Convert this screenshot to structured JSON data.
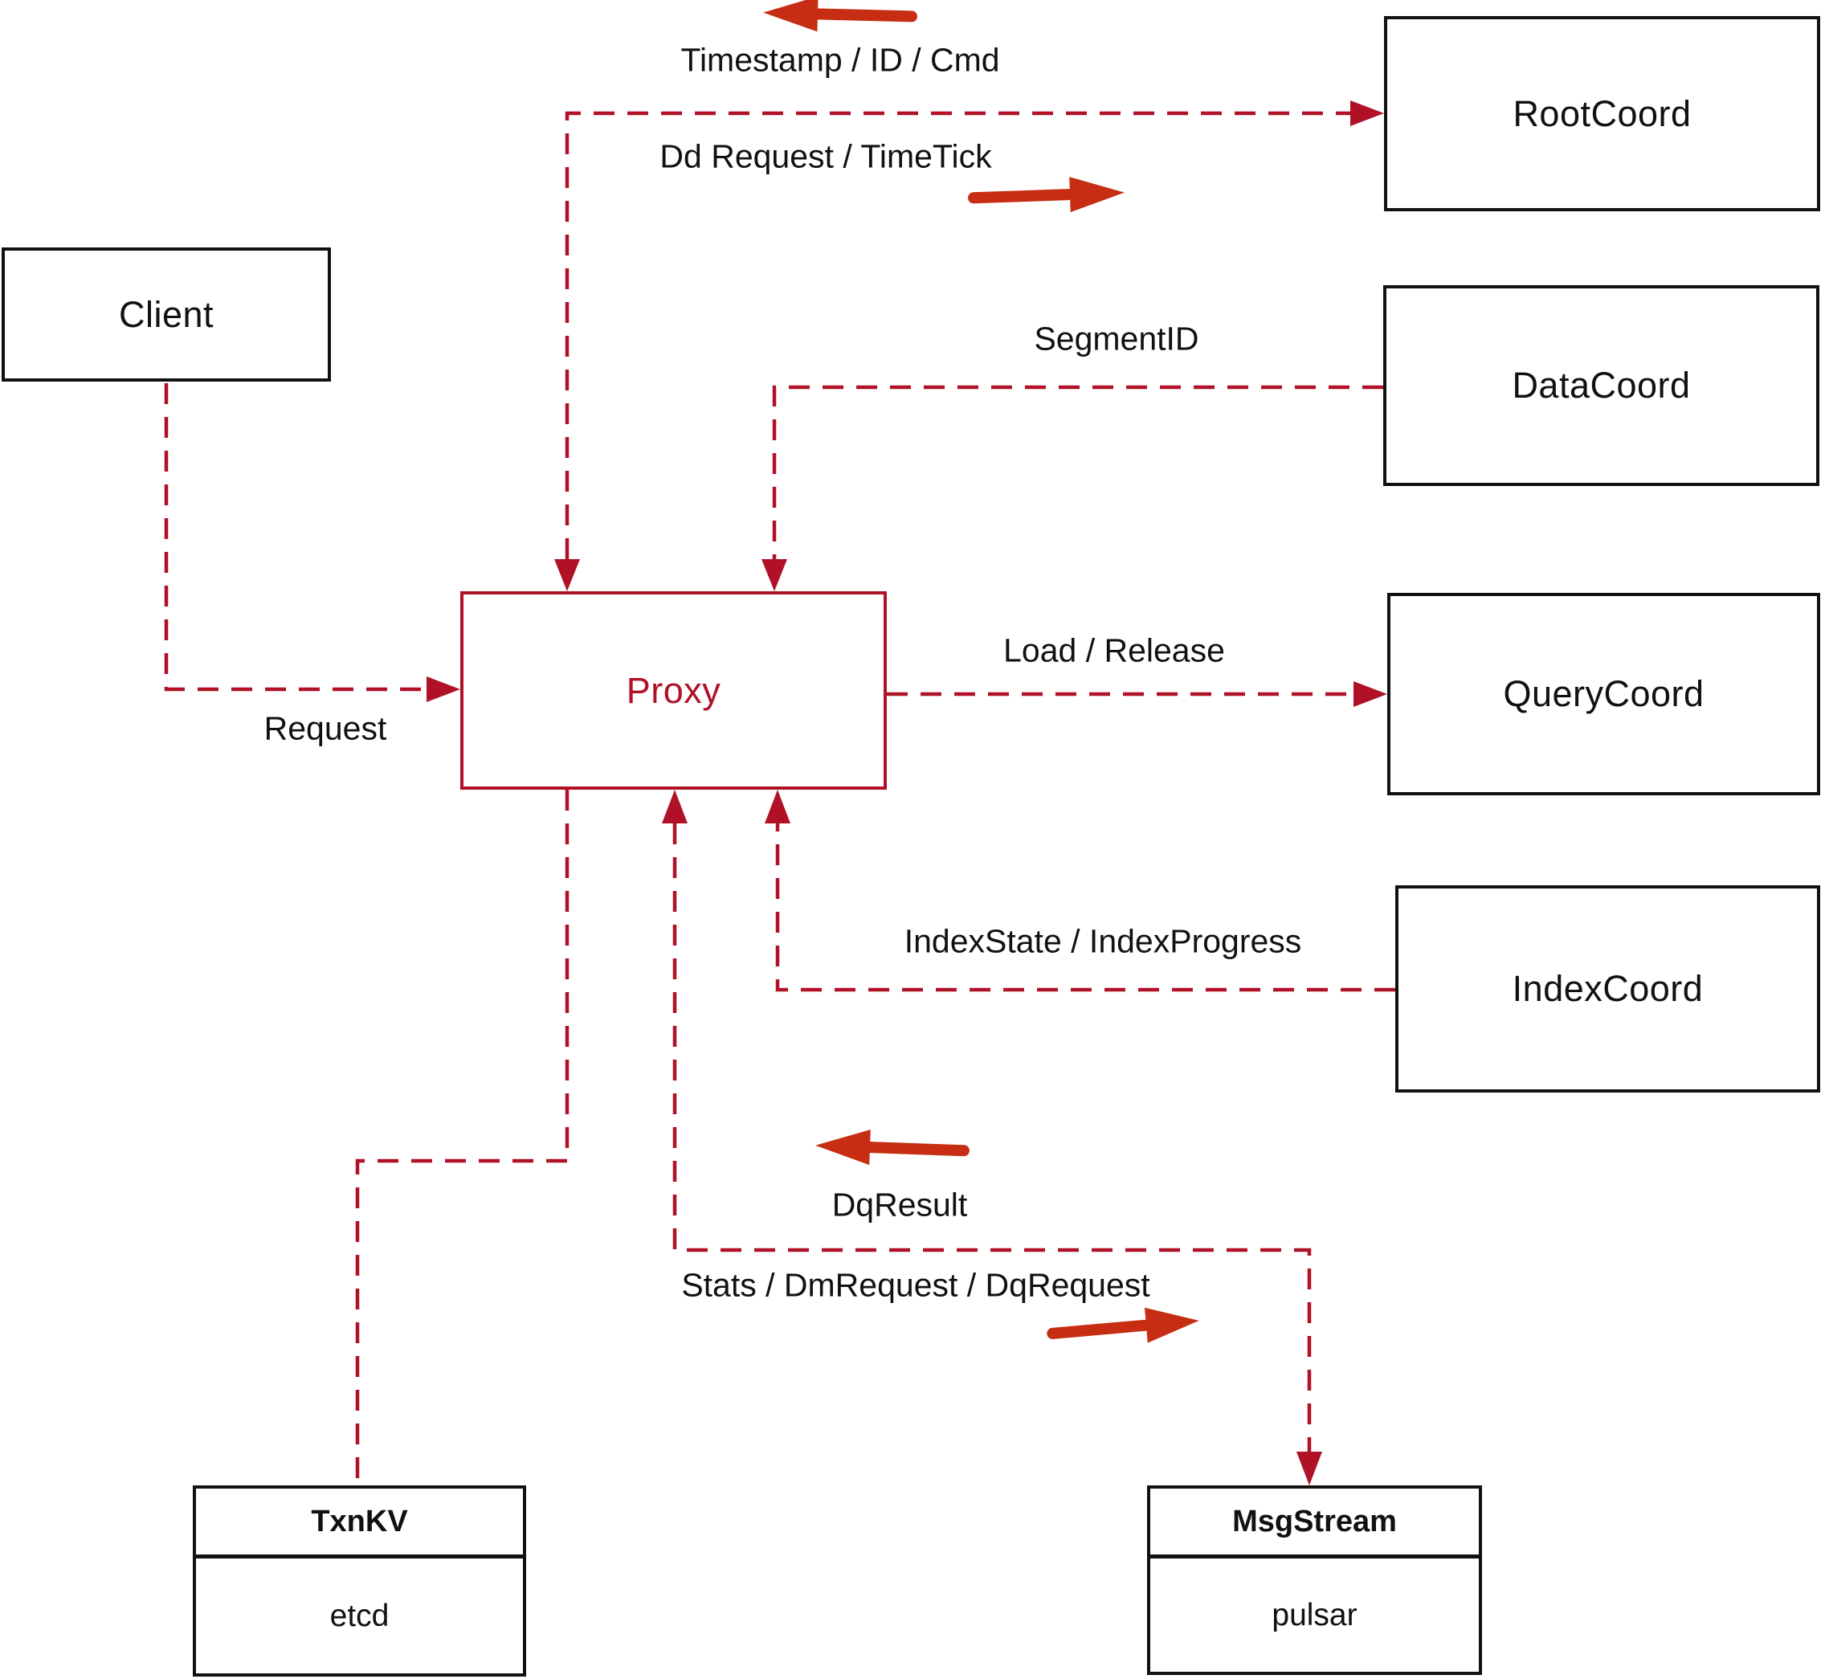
{
  "nodes": {
    "client": {
      "label": "Client"
    },
    "proxy": {
      "label": "Proxy"
    },
    "root_coord": {
      "label": "RootCoord"
    },
    "data_coord": {
      "label": "DataCoord"
    },
    "query_coord": {
      "label": "QueryCoord"
    },
    "index_coord": {
      "label": "IndexCoord"
    },
    "txn_kv": {
      "title": "TxnKV",
      "subtitle": "etcd"
    },
    "msg_stream": {
      "title": "MsgStream",
      "subtitle": "pulsar"
    }
  },
  "edge_labels": {
    "request": "Request",
    "timestamp_id_cmd": "Timestamp / ID / Cmd",
    "dd_request_timetick": "Dd Request / TimeTick",
    "segment_id": "SegmentID",
    "load_release": "Load / Release",
    "index_state_progress": "IndexState / IndexProgress",
    "dq_result": "DqResult",
    "stats_dm_dq": "Stats / DmRequest / DqRequest"
  },
  "colors": {
    "connector": "#b01127",
    "annotation": "#c62d12",
    "box_border": "#111111",
    "text": "#111111",
    "background": "#ffffff"
  }
}
